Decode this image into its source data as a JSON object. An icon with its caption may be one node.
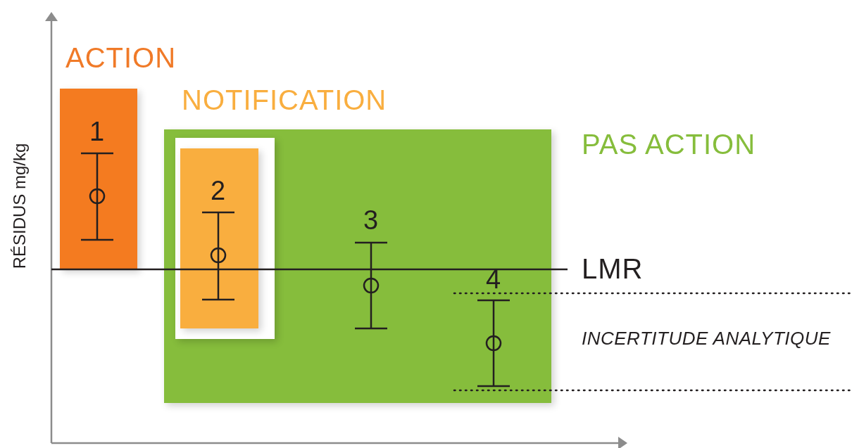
{
  "diagram": {
    "nodes": [
      {
        "text": [
          "ACTION",
          "1"
        ]
      },
      {
        "text": [
          "PAS ACTION"
        ]
      },
      {
        "text": [
          "NOTIFICATION",
          "2"
        ],
        "in": 1
      }
    ],
    "edges": [],
    "labels": [
      "RÉSIDUS mg/kg",
      "3",
      "4",
      "LMR",
      "INCERTITUDE ANALYTIQUE"
    ]
  }
}
